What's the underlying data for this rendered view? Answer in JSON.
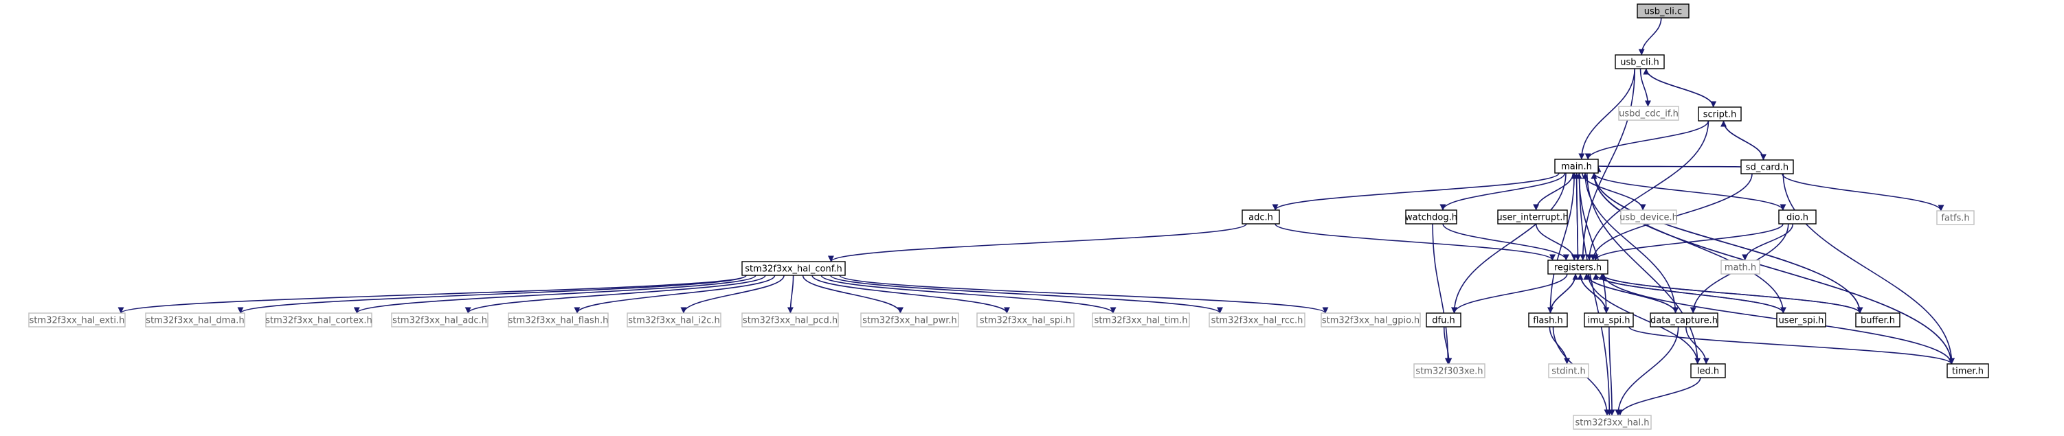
{
  "graph": {
    "colors": {
      "edge": "#191970",
      "box": "#000000",
      "ghost_box": "#bfbfbf",
      "root_fill": "#bfbfbf",
      "text": "#000000",
      "ghost_text": "#5f5f5f"
    },
    "nodes": [
      {
        "id": "usb_cli_c",
        "label": "usb_cli.c",
        "kind": "root"
      },
      {
        "id": "usb_cli_h",
        "label": "usb_cli.h",
        "kind": "file"
      },
      {
        "id": "usbd_cdc_if",
        "label": "usbd_cdc_if.h",
        "kind": "external"
      },
      {
        "id": "script_h",
        "label": "script.h",
        "kind": "file"
      },
      {
        "id": "sd_card_h",
        "label": "sd_card.h",
        "kind": "file"
      },
      {
        "id": "main_h",
        "label": "main.h",
        "kind": "file"
      },
      {
        "id": "fatfs_h",
        "label": "fatfs.h",
        "kind": "external"
      },
      {
        "id": "adc_h",
        "label": "adc.h",
        "kind": "file"
      },
      {
        "id": "watchdog_h",
        "label": "watchdog.h",
        "kind": "file"
      },
      {
        "id": "user_interrupt_h",
        "label": "user_interrupt.h",
        "kind": "file"
      },
      {
        "id": "usb_device_h",
        "label": "usb_device.h",
        "kind": "external"
      },
      {
        "id": "dio_h",
        "label": "dio.h",
        "kind": "file"
      },
      {
        "id": "math_h",
        "label": "math.h",
        "kind": "external"
      },
      {
        "id": "hal_conf_h",
        "label": "stm32f3xx_hal_conf.h",
        "kind": "file"
      },
      {
        "id": "registers_h",
        "label": "registers.h",
        "kind": "file"
      },
      {
        "id": "hal_exti",
        "label": "stm32f3xx_hal_exti.h",
        "kind": "external"
      },
      {
        "id": "hal_dma",
        "label": "stm32f3xx_hal_dma.h",
        "kind": "external"
      },
      {
        "id": "hal_cortex",
        "label": "stm32f3xx_hal_cortex.h",
        "kind": "external"
      },
      {
        "id": "hal_adc",
        "label": "stm32f3xx_hal_adc.h",
        "kind": "external"
      },
      {
        "id": "hal_flash",
        "label": "stm32f3xx_hal_flash.h",
        "kind": "external"
      },
      {
        "id": "hal_i2c",
        "label": "stm32f3xx_hal_i2c.h",
        "kind": "external"
      },
      {
        "id": "hal_pcd",
        "label": "stm32f3xx_hal_pcd.h",
        "kind": "external"
      },
      {
        "id": "hal_pwr",
        "label": "stm32f3xx_hal_pwr.h",
        "kind": "external"
      },
      {
        "id": "hal_spi",
        "label": "stm32f3xx_hal_spi.h",
        "kind": "external"
      },
      {
        "id": "hal_tim",
        "label": "stm32f3xx_hal_tim.h",
        "kind": "external"
      },
      {
        "id": "hal_rcc",
        "label": "stm32f3xx_hal_rcc.h",
        "kind": "external"
      },
      {
        "id": "hal_gpio",
        "label": "stm32f3xx_hal_gpio.h",
        "kind": "external"
      },
      {
        "id": "dfu_h",
        "label": "dfu.h",
        "kind": "file"
      },
      {
        "id": "flash_h",
        "label": "flash.h",
        "kind": "file"
      },
      {
        "id": "imu_spi_h",
        "label": "imu_spi.h",
        "kind": "file"
      },
      {
        "id": "data_capture_h",
        "label": "data_capture.h",
        "kind": "file"
      },
      {
        "id": "user_spi_h",
        "label": "user_spi.h",
        "kind": "file"
      },
      {
        "id": "buffer_h",
        "label": "buffer.h",
        "kind": "file"
      },
      {
        "id": "timer_h",
        "label": "timer.h",
        "kind": "file"
      },
      {
        "id": "stm32f303xe_h",
        "label": "stm32f303xe.h",
        "kind": "external"
      },
      {
        "id": "stdint_h",
        "label": "stdint.h",
        "kind": "external"
      },
      {
        "id": "led_h",
        "label": "led.h",
        "kind": "file"
      },
      {
        "id": "stm32f3xx_hal_h",
        "label": "stm32f3xx_hal.h",
        "kind": "external"
      }
    ],
    "edges": [
      {
        "from": "usb_cli_c",
        "to": "usb_cli_h"
      },
      {
        "from": "usb_cli_h",
        "to": "usbd_cdc_if"
      },
      {
        "from": "usb_cli_h",
        "to": "script_h"
      },
      {
        "from": "usb_cli_h",
        "to": "main_h"
      },
      {
        "from": "usb_cli_h",
        "to": "registers_h"
      },
      {
        "from": "script_h",
        "to": "usb_cli_h"
      },
      {
        "from": "script_h",
        "to": "sd_card_h"
      },
      {
        "from": "script_h",
        "to": "main_h"
      },
      {
        "from": "script_h",
        "to": "registers_h"
      },
      {
        "from": "sd_card_h",
        "to": "script_h"
      },
      {
        "from": "sd_card_h",
        "to": "main_h"
      },
      {
        "from": "sd_card_h",
        "to": "registers_h"
      },
      {
        "from": "sd_card_h",
        "to": "fatfs_h"
      },
      {
        "from": "sd_card_h",
        "to": "timer_h"
      },
      {
        "from": "main_h",
        "to": "stm32f3xx_hal_h"
      },
      {
        "from": "main_h",
        "to": "adc_h"
      },
      {
        "from": "main_h",
        "to": "watchdog_h"
      },
      {
        "from": "main_h",
        "to": "user_interrupt_h"
      },
      {
        "from": "main_h",
        "to": "usb_device_h"
      },
      {
        "from": "main_h",
        "to": "dio_h"
      },
      {
        "from": "main_h",
        "to": "registers_h"
      },
      {
        "from": "main_h",
        "to": "dfu_h"
      },
      {
        "from": "main_h",
        "to": "buffer_h"
      },
      {
        "from": "main_h",
        "to": "led_h"
      },
      {
        "from": "main_h",
        "to": "timer_h"
      },
      {
        "from": "adc_h",
        "to": "hal_conf_h"
      },
      {
        "from": "adc_h",
        "to": "registers_h"
      },
      {
        "from": "watchdog_h",
        "to": "registers_h"
      },
      {
        "from": "watchdog_h",
        "to": "stm32f303xe_h"
      },
      {
        "from": "user_interrupt_h",
        "to": "registers_h"
      },
      {
        "from": "dio_h",
        "to": "math_h"
      },
      {
        "from": "dio_h",
        "to": "registers_h"
      },
      {
        "from": "dio_h",
        "to": "data_capture_h"
      },
      {
        "from": "hal_conf_h",
        "to": "hal_exti"
      },
      {
        "from": "hal_conf_h",
        "to": "hal_dma"
      },
      {
        "from": "hal_conf_h",
        "to": "hal_cortex"
      },
      {
        "from": "hal_conf_h",
        "to": "hal_adc"
      },
      {
        "from": "hal_conf_h",
        "to": "hal_flash"
      },
      {
        "from": "hal_conf_h",
        "to": "hal_i2c"
      },
      {
        "from": "hal_conf_h",
        "to": "hal_pcd"
      },
      {
        "from": "hal_conf_h",
        "to": "hal_pwr"
      },
      {
        "from": "hal_conf_h",
        "to": "hal_spi"
      },
      {
        "from": "hal_conf_h",
        "to": "hal_tim"
      },
      {
        "from": "hal_conf_h",
        "to": "hal_rcc"
      },
      {
        "from": "hal_conf_h",
        "to": "hal_gpio"
      },
      {
        "from": "registers_h",
        "to": "main_h"
      },
      {
        "from": "registers_h",
        "to": "dfu_h"
      },
      {
        "from": "registers_h",
        "to": "flash_h"
      },
      {
        "from": "registers_h",
        "to": "imu_spi_h"
      },
      {
        "from": "registers_h",
        "to": "data_capture_h"
      },
      {
        "from": "registers_h",
        "to": "user_spi_h"
      },
      {
        "from": "registers_h",
        "to": "buffer_h"
      },
      {
        "from": "flash_h",
        "to": "registers_h"
      },
      {
        "from": "flash_h",
        "to": "main_h"
      },
      {
        "from": "flash_h",
        "to": "stdint_h"
      },
      {
        "from": "flash_h",
        "to": "stm32f3xx_hal_h"
      },
      {
        "from": "imu_spi_h",
        "to": "registers_h"
      },
      {
        "from": "imu_spi_h",
        "to": "main_h"
      },
      {
        "from": "imu_spi_h",
        "to": "stm32f3xx_hal_h"
      },
      {
        "from": "imu_spi_h",
        "to": "timer_h"
      },
      {
        "from": "data_capture_h",
        "to": "registers_h"
      },
      {
        "from": "data_capture_h",
        "to": "main_h"
      },
      {
        "from": "data_capture_h",
        "to": "led_h"
      },
      {
        "from": "data_capture_h",
        "to": "stm32f3xx_hal_h"
      },
      {
        "from": "user_spi_h",
        "to": "registers_h"
      },
      {
        "from": "user_spi_h",
        "to": "main_h"
      },
      {
        "from": "buffer_h",
        "to": "registers_h"
      },
      {
        "from": "buffer_h",
        "to": "main_h"
      },
      {
        "from": "timer_h",
        "to": "main_h"
      },
      {
        "from": "timer_h",
        "to": "registers_h"
      },
      {
        "from": "dfu_h",
        "to": "stm32f303xe_h"
      },
      {
        "from": "led_h",
        "to": "registers_h"
      },
      {
        "from": "led_h",
        "to": "stm32f3xx_hal_h"
      }
    ]
  }
}
